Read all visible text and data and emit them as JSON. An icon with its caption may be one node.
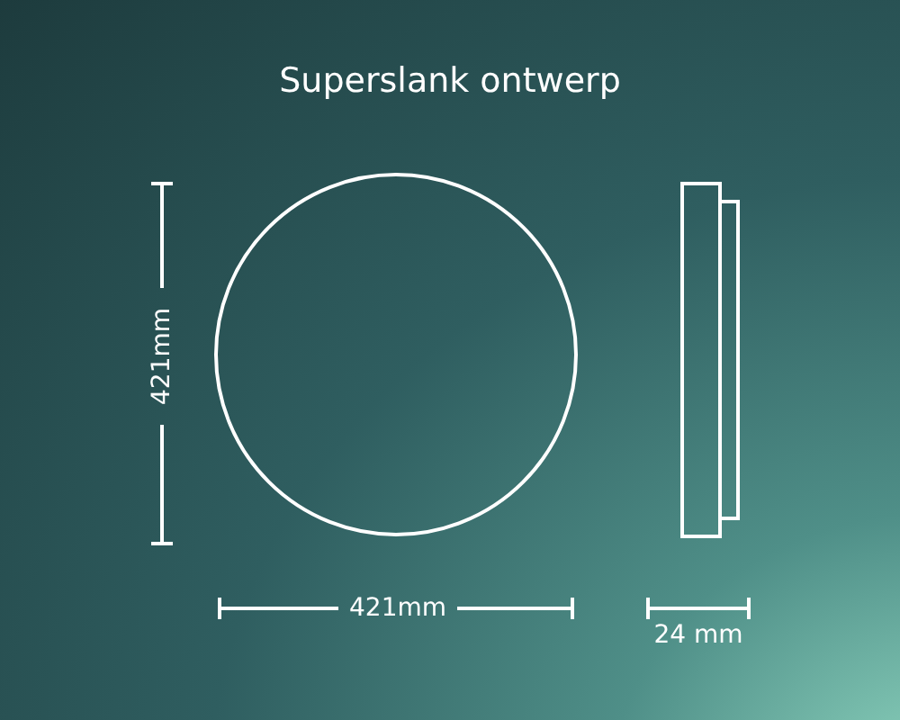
{
  "diagram": {
    "title": "Superslank ontwerp",
    "labels": [
      "421mm",
      "421mm",
      "24 mm"
    ]
  }
}
